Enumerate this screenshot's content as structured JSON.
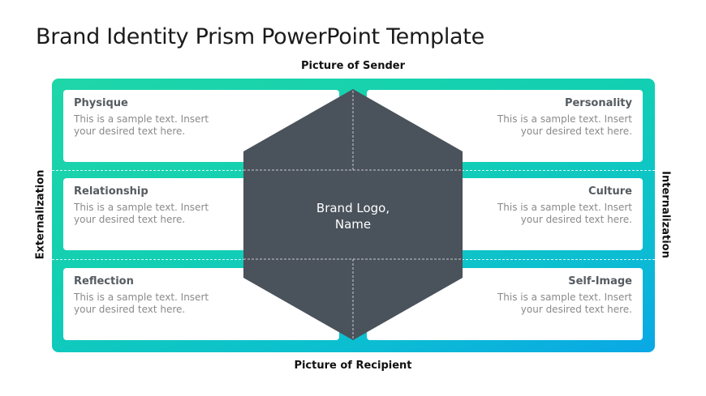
{
  "title": "Brand Identity Prism PowerPoint Template",
  "axes": {
    "top": "Picture of Sender",
    "bottom": "Picture of Recipient",
    "left": "Externalization",
    "right": "Internalization"
  },
  "center": {
    "line1": "Brand Logo,",
    "line2": "Name"
  },
  "cards": {
    "physique": {
      "title": "Physique",
      "body": "This is a sample text. Insert your desired text here."
    },
    "personality": {
      "title": "Personality",
      "body": "This is a sample text. Insert your desired text here."
    },
    "relationship": {
      "title": "Relationship",
      "body": "This is a sample text. Insert your desired text here."
    },
    "culture": {
      "title": "Culture",
      "body": "This is a sample text. Insert your desired text here."
    },
    "reflection": {
      "title": "Reflection",
      "body": "This is a sample text. Insert your desired text here."
    },
    "self_image": {
      "title": "Self-Image",
      "body": "This is a sample text. Insert your desired text here."
    }
  },
  "colors": {
    "frame_start": "#1fd6a8",
    "frame_end": "#0aa7e6",
    "hexagon": "#4a525b",
    "card_title": "#555b60",
    "card_body": "#8a8a8a"
  }
}
